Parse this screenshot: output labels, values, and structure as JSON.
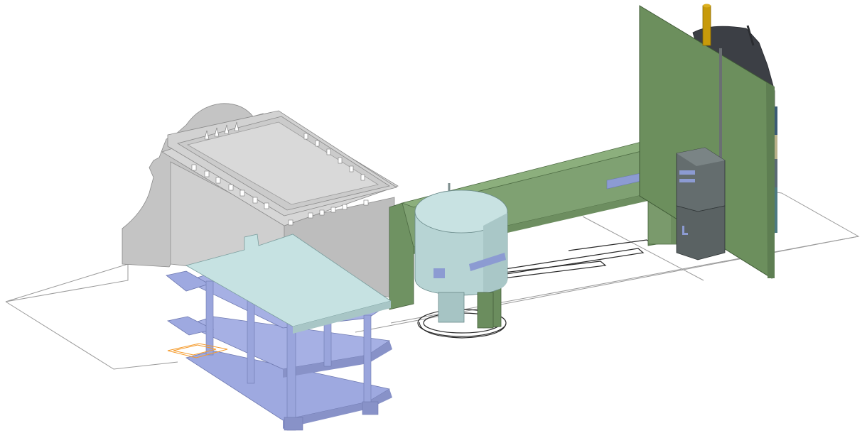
{
  "view": {
    "background": "#ffffff",
    "projection": "isometric"
  },
  "scene": {
    "objects": [
      {
        "id": "ground-outline",
        "kind": "site boundary",
        "color": "#9a9a9a"
      },
      {
        "id": "grey-block",
        "kind": "building block with ornamental tiled roof",
        "color": "#c8c8c8"
      },
      {
        "id": "ornamental-gable",
        "kind": "decorative arched gable wall",
        "color": "#c0c0c0"
      },
      {
        "id": "blue-frame",
        "kind": "three-storey slab and column frame",
        "color": "#9ea9e0"
      },
      {
        "id": "cyan-roof-slab",
        "kind": "roof slab",
        "color": "#c6e2e2"
      },
      {
        "id": "green-beam",
        "kind": "long horizontal beam",
        "color": "#7e9f6e"
      },
      {
        "id": "green-end-panel",
        "kind": "end wall panel",
        "color": "#6e9060"
      },
      {
        "id": "green-tower",
        "kind": "cylindrical tower",
        "color": "#78966a"
      },
      {
        "id": "green-wall",
        "kind": "tall wall panel",
        "color": "#6c8f5d"
      },
      {
        "id": "cylinder-tank",
        "kind": "cylindrical tank on legs",
        "color": "#bcd8d8"
      },
      {
        "id": "dark-cabinet",
        "kind": "stacked cabinet units",
        "color": "#5d6566"
      },
      {
        "id": "dark-machine",
        "kind": "dark machinery behind wall",
        "color": "#3c3f45"
      },
      {
        "id": "yellow-pipe",
        "kind": "vertical pipe",
        "color": "#c79a0a"
      },
      {
        "id": "orange-marker",
        "kind": "highlighted footprint outline",
        "color": "#f59a2a"
      },
      {
        "id": "track-loops",
        "kind": "floor track outlines",
        "color": "#2a2a2a"
      }
    ]
  }
}
